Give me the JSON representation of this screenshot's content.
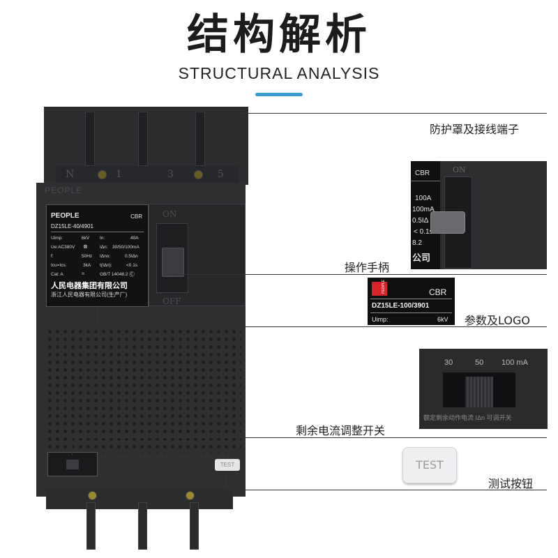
{
  "header": {
    "title_cn": "结构解析",
    "title_en": "STRUCTURAL ANALYSIS",
    "accent_color": "#3a9ad6"
  },
  "breaker": {
    "terminals": [
      "N",
      "1",
      "3",
      "5"
    ],
    "emboss": "PEOPLE",
    "on_label": "ON",
    "off_label": "OFF",
    "test_label": "TEST",
    "label_plate": {
      "brand": "PEOPLE",
      "type": "CBR",
      "model": "DZ15LE-40/4901",
      "rows": [
        [
          "Uimp:",
          "6kV",
          "In:",
          "40A"
        ],
        [
          "Ue:AC380V",
          "",
          "IΔn:",
          "30/50/100mA"
        ],
        [
          "f:",
          "50Hz",
          "IΔno:",
          "0.5IΔn"
        ],
        [
          "Icu=Ics:",
          "3kA",
          "t(IΔn):",
          "<0.1s"
        ],
        [
          "Cat: A",
          "",
          "GB/T 14048.2",
          ""
        ]
      ],
      "company": "人民电器集团有限公司",
      "company_sub": "浙江人民电器有限公司(生产厂)"
    }
  },
  "callouts": {
    "cover_terminals": "防护罩及接线端子",
    "handle": "操作手柄",
    "params_logo": "参数及LOGO",
    "leakage_switch": "剩余电流调整开关",
    "test_button": "测试按钮"
  },
  "insets": {
    "handle": {
      "type": "CBR",
      "on": "ON",
      "current": "100A",
      "sensitivity": "100mA",
      "ratio": "0.5IΔ",
      "time": "< 0.1s",
      "std": "8.2",
      "company_part": "公司"
    },
    "logo": {
      "type": "CBR",
      "brand_small": "PEOPLE",
      "model": "DZ15LE-100/3901",
      "uimp_label": "Uimp:",
      "uimp_value": "6kV"
    },
    "leakage": {
      "settings": [
        "30",
        "50",
        "100 mA"
      ],
      "caption": "额定剩余动作电流 IΔn 可调开关"
    },
    "test": {
      "label": "TEST"
    }
  }
}
